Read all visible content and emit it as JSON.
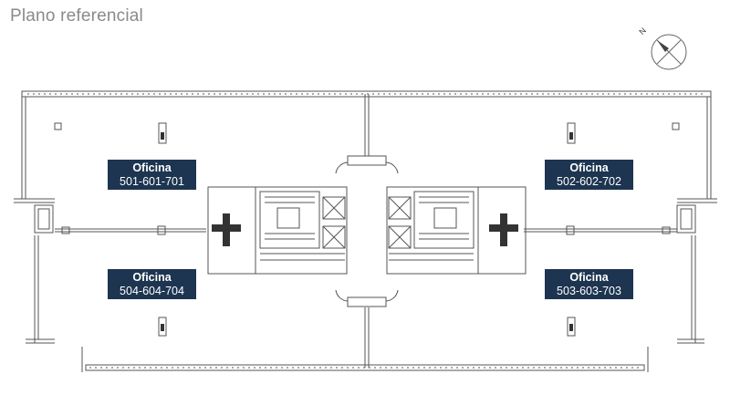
{
  "header": {
    "title": "Plano referencial"
  },
  "compass": {
    "north_label": "N"
  },
  "offices": [
    {
      "label": "Oficina",
      "numbers": "501-601-701"
    },
    {
      "label": "Oficina",
      "numbers": "502-602-702"
    },
    {
      "label": "Oficina",
      "numbers": "504-604-704"
    },
    {
      "label": "Oficina",
      "numbers": "503-603-703"
    }
  ],
  "colors": {
    "label_bg": "#1d3550",
    "line": "#555555",
    "title": "#8a8a8a"
  }
}
